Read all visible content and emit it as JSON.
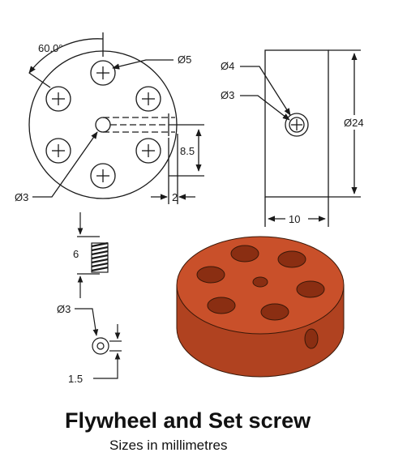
{
  "title": "Flywheel and Set screw",
  "subtitle": "Sizes in millimetres",
  "dimensions": {
    "angle": "60.0°",
    "hole_dia": "Ø5",
    "shaft_hole_dia": "Ø3",
    "offset": "8.5",
    "depth": "2",
    "side_hole_outer": "Ø4",
    "side_hole_inner": "Ø3",
    "outer_dia": "Ø24",
    "thickness": "10",
    "screw_length": "6",
    "screw_dia": "Ø3",
    "screw_head": "1.5"
  },
  "colors": {
    "line": "#1a1a1a",
    "flywheel_top": "#c9502a",
    "flywheel_side": "#b04220",
    "hole_dark": "#8a2e12"
  }
}
